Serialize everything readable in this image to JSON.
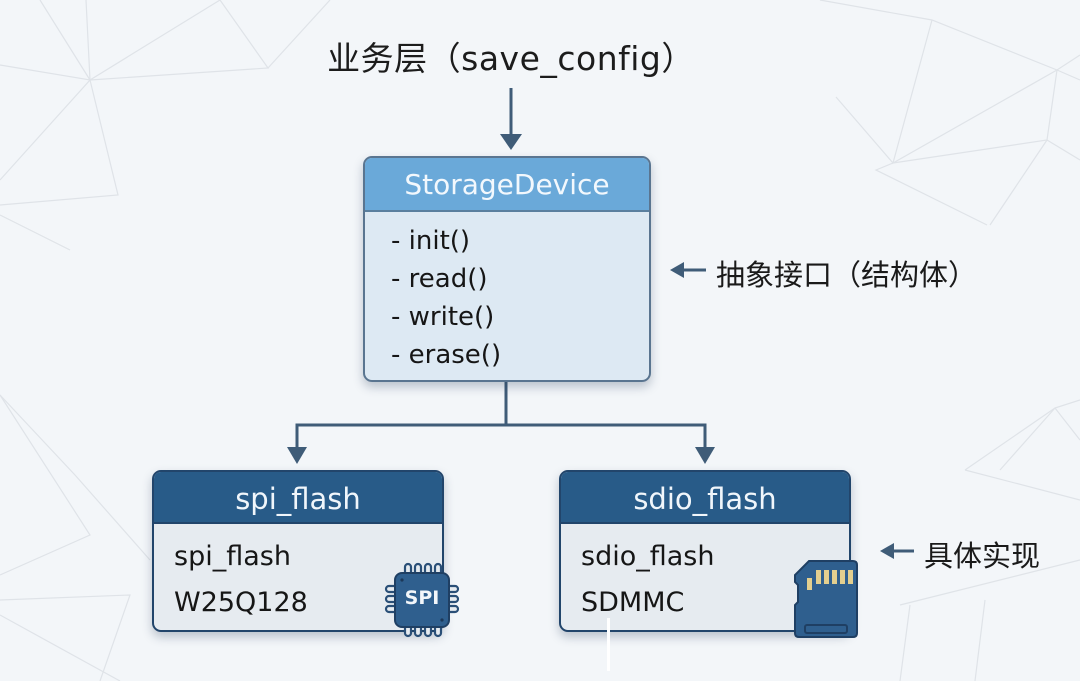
{
  "diagram": {
    "caller": {
      "label": "业务层（save_config）"
    },
    "interface": {
      "title": "StorageDevice",
      "methods": [
        "- init()",
        "- read()",
        "- write()",
        "- erase()"
      ],
      "annotation": "抽象接口（结构体）"
    },
    "implementations": [
      {
        "title": "spi_flash",
        "lines": [
          "spi_flash",
          "W25Q128"
        ],
        "icon": "spi-chip-icon",
        "icon_text": "SPI"
      },
      {
        "title": "sdio_flash",
        "lines": [
          "sdio_flash",
          "SDMMC"
        ],
        "icon": "sd-card-icon"
      }
    ],
    "implementations_annotation": "具体实现",
    "annotation_arrow": "←",
    "colors": {
      "interface_header": "#6aa9d9",
      "interface_body": "#dde9f3",
      "impl_header": "#285b88",
      "impl_body": "#e6ebf0",
      "arrow": "#3f5c78",
      "background": "#f3f6f9"
    }
  }
}
